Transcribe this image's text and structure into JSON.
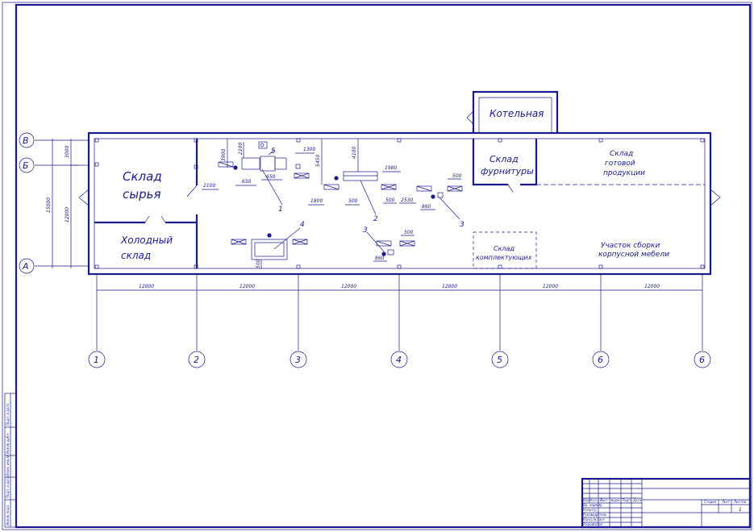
{
  "rooms": {
    "boiler": "Котельная",
    "raw_store": [
      "Склад",
      "сырья"
    ],
    "cold_store": [
      "Холодный",
      "склад"
    ],
    "fittings_store": [
      "Склад",
      "фурнитуры"
    ],
    "finished_store": [
      "Склад",
      "готовой",
      "продукции"
    ],
    "components_store": [
      "Склад",
      "комплектующих"
    ],
    "assembly": [
      "Участок сборки",
      "корпусной мебели"
    ]
  },
  "row_axes": [
    "В",
    "Б",
    "А"
  ],
  "column_axes": [
    "1",
    "2",
    "3",
    "4",
    "5",
    "6",
    "6"
  ],
  "spans": [
    "12000",
    "12000",
    "12000",
    "12000",
    "12000",
    "12000"
  ],
  "left_dims": {
    "overall": "15000",
    "lower": "12000",
    "upper": "3000"
  },
  "inner_dims": [
    "3900",
    "2100",
    "2100",
    "650",
    "650",
    "1300",
    "5450",
    "1800",
    "4100",
    "500",
    "1980",
    "500",
    "2530",
    "860",
    "500",
    "860",
    "500",
    "500"
  ],
  "leaders": [
    "5",
    "1",
    "2",
    "3",
    "3",
    "4"
  ],
  "title_block": {
    "col_headers": [
      "Изм",
      "Кол.уч",
      "Лист",
      "№док",
      "Подп.",
      "Дата"
    ],
    "rows": [
      "Вр. нормир",
      "Н.контр",
      "Руководитель",
      "Консультант",
      "Разработал"
    ],
    "stage_headers": [
      "Стадия",
      "Лист",
      "Листов"
    ],
    "sheet_value": "1"
  },
  "side_stamp": [
    "Инв.№ подл.",
    "Подп. и дата",
    "Взам. инв.№",
    "Инв.№ дубл.",
    "Подп. и дата"
  ]
}
